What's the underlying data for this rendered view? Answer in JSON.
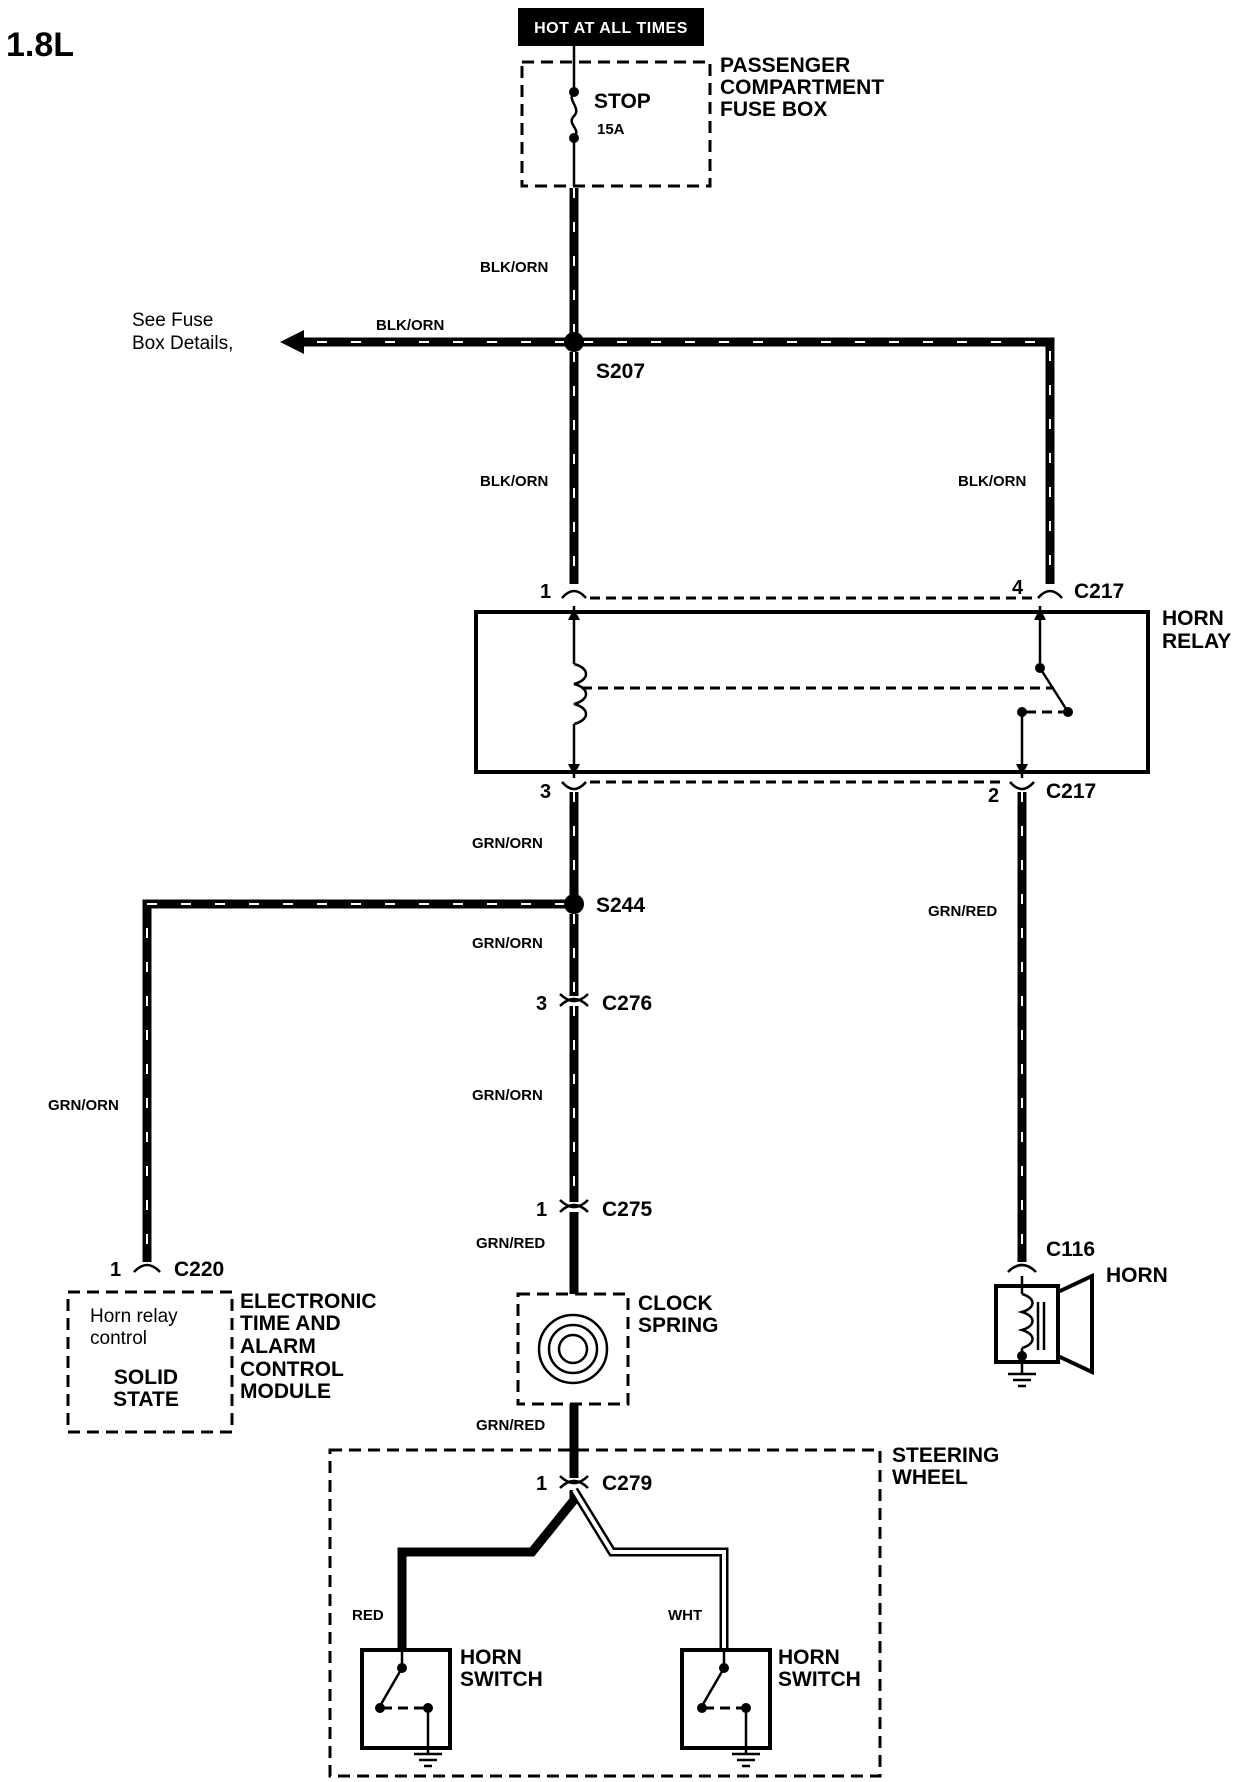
{
  "title": "1.8L",
  "header": "HOT AT ALL TIMES",
  "fuse_box": {
    "name_lines": [
      "PASSENGER",
      "COMPARTMENT",
      "FUSE BOX"
    ],
    "fuse_name": "STOP",
    "fuse_rating": "15A"
  },
  "see_fuse": [
    "See Fuse",
    "Box Details,"
  ],
  "wires": {
    "blk_orn": "BLK/ORN",
    "grn_orn": "GRN/ORN",
    "grn_red": "GRN/RED",
    "red": "RED",
    "wht": "WHT"
  },
  "splices": {
    "s207": "S207",
    "s244": "S244"
  },
  "connectors": {
    "c217": "C217",
    "c276": "C276",
    "c275": "C275",
    "c220": "C220",
    "c116": "C116",
    "c279": "C279"
  },
  "pins": {
    "p1": "1",
    "p2": "2",
    "p3": "3",
    "p4": "4"
  },
  "horn_relay": [
    "HORN",
    "RELAY"
  ],
  "module": {
    "name_lines": [
      "ELECTRONIC",
      "TIME AND",
      "ALARM",
      "CONTROL",
      "MODULE"
    ],
    "inner_lines": [
      "Horn relay",
      "control"
    ],
    "state_lines": [
      "SOLID",
      "STATE"
    ]
  },
  "clock_spring": [
    "CLOCK",
    "SPRING"
  ],
  "horn": "HORN",
  "steering_wheel": [
    "STEERING",
    "WHEEL"
  ],
  "horn_switch": [
    "HORN",
    "SWITCH"
  ]
}
